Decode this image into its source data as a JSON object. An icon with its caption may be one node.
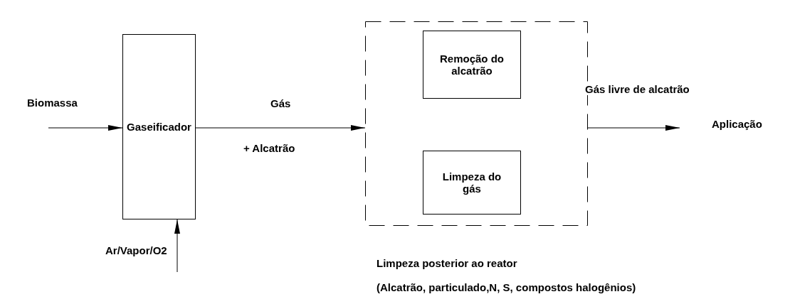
{
  "diagram": {
    "nodes": [
      {
        "text": [
          "Biomassa"
        ]
      },
      {
        "text": [
          "Gaseificador"
        ]
      },
      {
        "text": [
          "Ar/Vapor/O2"
        ]
      },
      {
        "text": [],
        "shape": "box",
        "beside": [
          "Limpeza posterior ao reator",
          "(Alcatrão, particulado,N, S, compostos halogênios)"
        ]
      },
      {
        "text": [
          "Remoção do alcatrão"
        ],
        "in": 3
      },
      {
        "text": [
          "Limpeza do gás"
        ],
        "in": 3
      },
      {
        "text": [
          "Aplicação"
        ]
      }
    ],
    "edges": [
      {
        "from": 0,
        "to": 1,
        "arrow": "to"
      },
      {
        "from": 2,
        "to": 1,
        "arrow": "to"
      },
      {
        "from": 1,
        "to": 3,
        "arrow": "to",
        "label": "Gás"
      },
      {
        "from": 3,
        "to": 6,
        "arrow": "to",
        "label": "Gás livre de alcatrão"
      }
    ],
    "labels": [
      "+ Alcatrão"
    ]
  }
}
